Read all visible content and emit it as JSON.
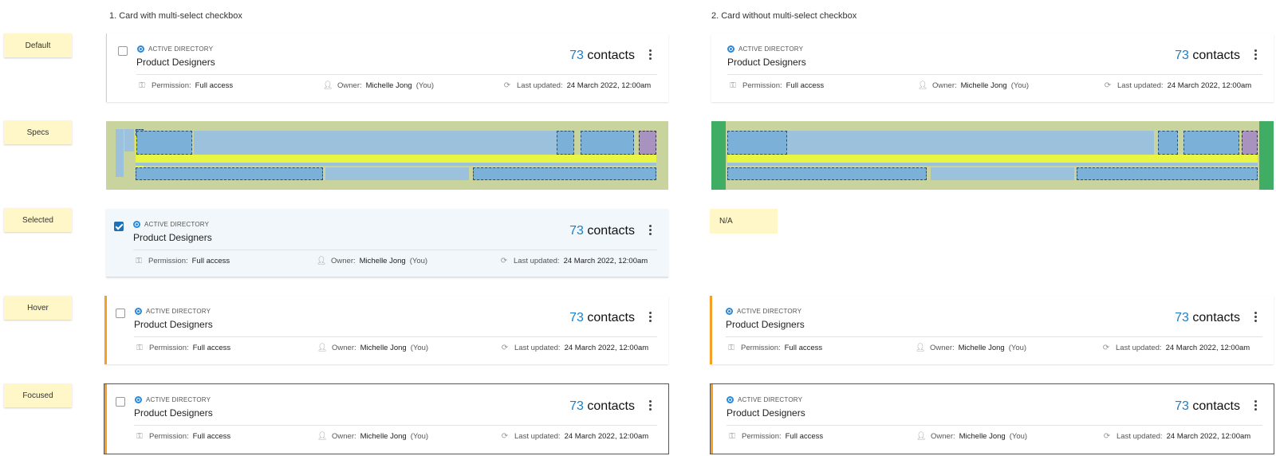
{
  "columns": {
    "with_checkbox": "1. Card with multi-select checkbox",
    "without_checkbox": "2. Card without multi-select checkbox"
  },
  "states": {
    "default": "Default",
    "specs": "Specs",
    "selected": "Selected",
    "hover": "Hover",
    "focused": "Focused"
  },
  "card": {
    "source": "ACTIVE DIRECTORY",
    "title": "Product Designers",
    "count_value": "73",
    "count_label": "contacts",
    "permission_label": "Permission:",
    "permission_value": "Full access",
    "owner_label": "Owner:",
    "owner_name": "Michelle Jong",
    "owner_suffix": "(You)",
    "updated_label": "Last updated:",
    "updated_value": "24 March 2022, 12:00am"
  },
  "na_label": "N/A",
  "colors": {
    "accent_blue": "#1b7fc7",
    "hover_orange": "#f4a026",
    "checkbox_checked": "#1f6fb5",
    "spec_bg": "#c8d39e",
    "spec_blue": "#7bb1d8",
    "spec_yellow": "#e8f542",
    "spec_green": "#3fad63"
  },
  "icons": {
    "source": "active-directory-icon",
    "permission": "key-icon",
    "owner": "person-icon",
    "updated": "refresh-icon",
    "menu": "kebab-menu-icon"
  }
}
